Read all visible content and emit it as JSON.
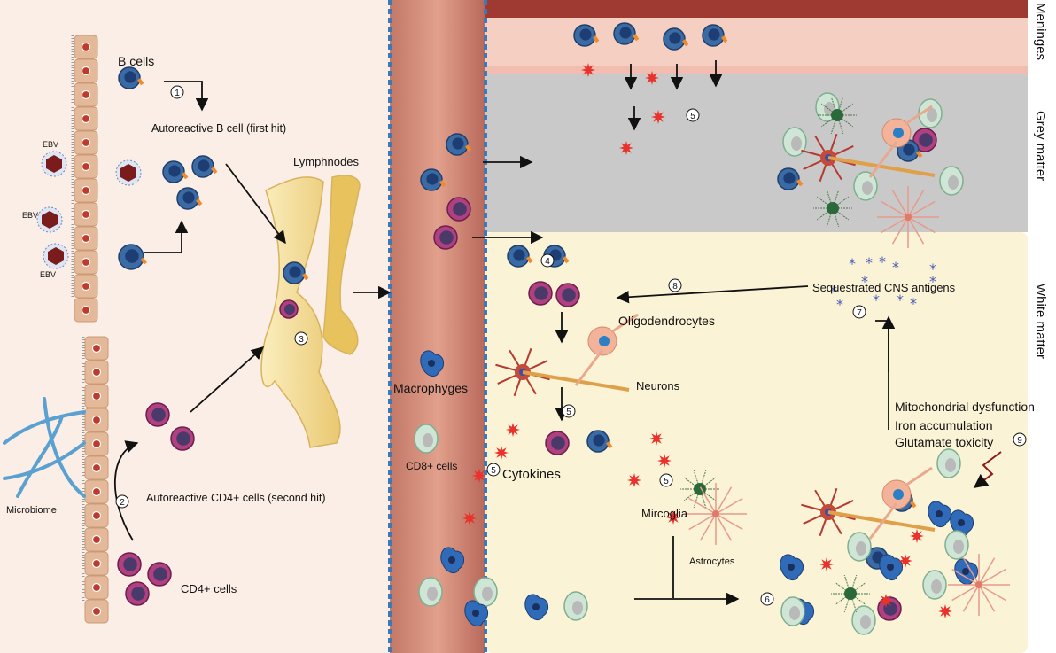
{
  "labels": {
    "b_cells": "B cells",
    "autoreactive_b": "Autoreactive B cell (first hit)",
    "ebv": "EBV",
    "lymphnodes": "Lymphnodes",
    "microbiome": "Microbiome",
    "autoreactive_cd4": "Autoreactive CD4+ cells (second hit)",
    "cd4_cells": "CD4+ cells",
    "macrophages": "Macrophyges",
    "cd8_cells": "CD8+ cells",
    "cytokines": "Cytokines",
    "oligodendrocytes": "Oligodendrocytes",
    "neurons": "Neurons",
    "microglia": "Mircoglia",
    "astrocytes": "Astrocytes",
    "sequestrated_antigens": "Sequestrated CNS antigens",
    "mito_dysfunction": "Mitochondrial dysfunction",
    "iron_accumulation": "Iron accumulation",
    "glutamate_toxicity": "Glutamate toxicity",
    "meninges": "Meninges",
    "grey_matter": "Grey matter",
    "white_matter": "White matter"
  },
  "steps": [
    "1",
    "2",
    "3",
    "4",
    "5",
    "6",
    "7",
    "8",
    "9"
  ],
  "colors": {
    "left_bg": "#fbeee6",
    "meninges_dark": "#9e3a32",
    "meninges_light": "#f6cfc3",
    "grey_matter": "#c9c9c9",
    "white_matter": "#fbf3d6",
    "vessel": "#d9907c",
    "b_cell": "#3a6ba5",
    "cd4_cell": "#b0407f",
    "cd8_cell": "#cfe6d6",
    "macrophage": "#2f6bb8",
    "cytokine": "#e8322b",
    "antigen": "#4a5bb8",
    "lymphnode": "#f3dd9a",
    "epithelium": "#e3b99a"
  },
  "icons": [
    "b-cell-icon",
    "cd4-cell-icon",
    "cd8-cell-icon",
    "macrophage-icon",
    "cytokine-icon",
    "ebv-virus-icon",
    "neuron-icon",
    "oligodendrocyte-icon",
    "microglia-icon",
    "astrocyte-icon",
    "antigen-icon"
  ]
}
